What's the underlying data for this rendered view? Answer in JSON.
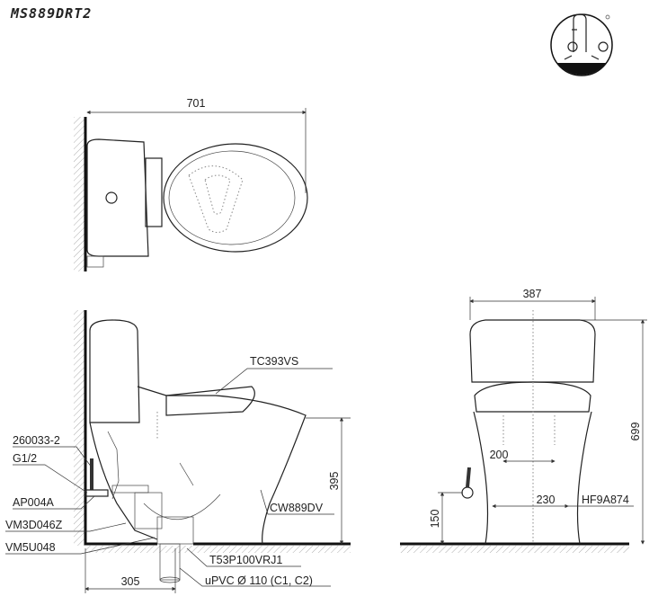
{
  "title": "MS889DRT2",
  "logo": {
    "icon": "faucet-water-saving-logo"
  },
  "top_view": {
    "width_dim": "701"
  },
  "side_view": {
    "height_dim": "395",
    "rough_in_dim": "305",
    "labels": {
      "seat": "TC393VS",
      "bowl": "CW889DV",
      "hose": "260033-2",
      "thread": "G1/2",
      "valve": "AP004A",
      "flange": "VM3D046Z",
      "bolt": "VM5U048",
      "adapter": "T53P100VRJ1",
      "pipe": "uPVC Ø 110 (C1, C2)"
    }
  },
  "front_view": {
    "width_dim": "387",
    "height_dim": "699",
    "bolt_spacing_dim": "200",
    "base_dim": "230",
    "inlet_height_dim": "150",
    "fixing_label": "HF9A874"
  }
}
